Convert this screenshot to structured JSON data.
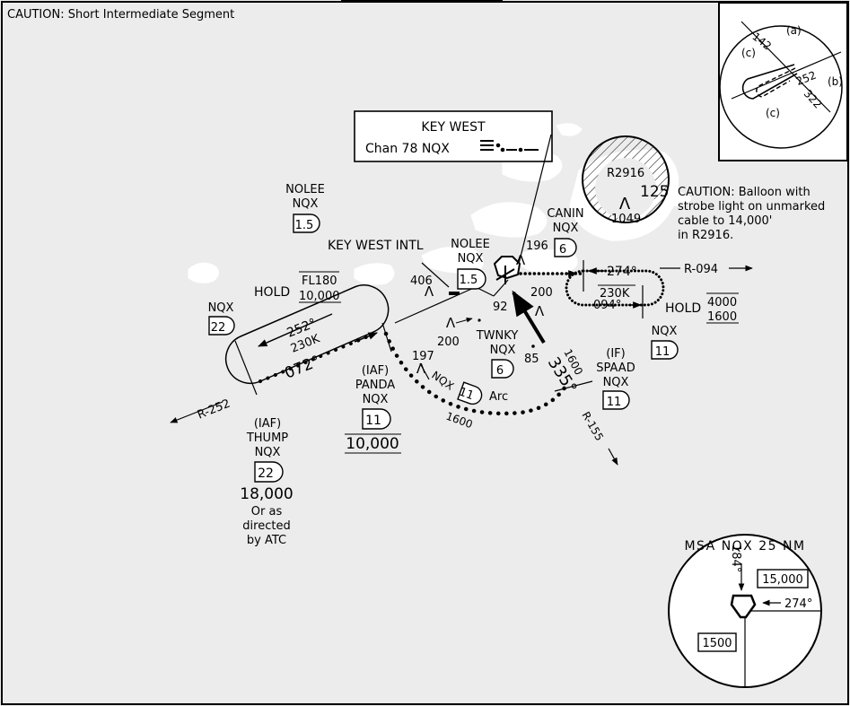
{
  "caution_top": "CAUTION: Short Intermediate Segment",
  "caution_balloon": [
    "CAUTION: Balloon with",
    "strobe light on unmarked",
    "cable to 14,000'",
    "in R2916."
  ],
  "navaid": {
    "name": "KEY WEST",
    "channel": "Chan 78  NQX"
  },
  "airport": {
    "name": "KEY WEST INTL"
  },
  "restricted_area": {
    "name": "R2916",
    "max_alt": "125",
    "elev": "1049"
  },
  "fixes": {
    "nolee_outer": {
      "name": "NOLEE",
      "ident": "NQX",
      "dme": "1.5"
    },
    "nolee_inner": {
      "name": "NOLEE",
      "ident": "NQX",
      "dme": "1.5"
    },
    "canin": {
      "name": "CANIN",
      "ident": "NQX",
      "dme": "6"
    },
    "twnky": {
      "name": "TWNKY",
      "ident": "NQX",
      "dme": "6"
    },
    "spaad": {
      "role": "(IF)",
      "name": "SPAAD",
      "ident": "NQX",
      "dme": "11"
    },
    "panda": {
      "role": "(IAF)",
      "name": "PANDA",
      "ident": "NQX",
      "dme": "11",
      "alt": "10,000"
    },
    "thump": {
      "role": "(IAF)",
      "name": "THUMP",
      "ident": "NQX",
      "dme": "22",
      "alt": "18,000",
      "note": [
        "Or as",
        "directed",
        "by ATC"
      ]
    },
    "nqx22": {
      "ident": "NQX",
      "dme": "22"
    },
    "nqx11": {
      "ident": "NQX",
      "dme": "11"
    }
  },
  "hold_west": {
    "label": "HOLD",
    "alt_top": "FL180",
    "alt_bottom": "10,000",
    "course": "252°",
    "speed": "230K",
    "inbound": "072°"
  },
  "hold_east": {
    "label": "HOLD",
    "alt_top": "4000",
    "alt_bottom": "1600",
    "course": "274°",
    "speed": "230K",
    "outbound": "094°"
  },
  "final_course": "335°",
  "radials": {
    "r252": "R-252",
    "r094": "R-094",
    "r155": "R-155"
  },
  "arc": {
    "label": "Arc",
    "ident": "NQX",
    "dme": "11",
    "alt": "1600"
  },
  "alt_labels": {
    "a1600": "1600",
    "a92": "92",
    "a85": "85",
    "a200a": "200",
    "a200b": "200",
    "a406": "406",
    "a196": "196",
    "a197": "197"
  },
  "inset": {
    "a": "(a)",
    "b": "(b)",
    "c1": "(c)",
    "c2": "(c)",
    "h142": "142",
    "h252": "252",
    "h322": "322"
  },
  "msa": {
    "title": "MSA  NQX  25 NM",
    "bearing1": "184°",
    "bearing2": "274°",
    "alt1": "15,000",
    "alt2": "1500"
  }
}
